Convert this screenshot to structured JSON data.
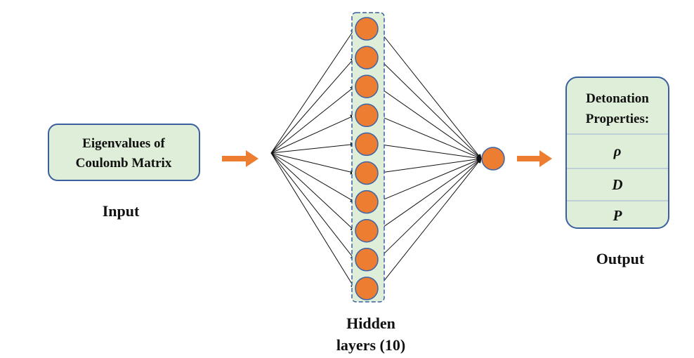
{
  "colors": {
    "box_fill": "#dfeed8",
    "box_stroke": "#3a5f9e",
    "arrow": "#ed7d31",
    "node_fill": "#ed7d31",
    "node_stroke": "#3b64a8",
    "hidden_band_fill": "#dfeed8",
    "hidden_band_stroke": "#3a5f9e",
    "connection": "#111111"
  },
  "input": {
    "box_line1": "Eigenvalues of",
    "box_line2": "Coulomb Matrix",
    "label": "Input"
  },
  "hidden": {
    "node_count": 10,
    "label_line1": "Hidden",
    "label_line2": "layers (10)"
  },
  "output": {
    "title_line1": "Detonation",
    "title_line2": "Properties:",
    "properties": [
      "ρ",
      "D",
      "P"
    ],
    "label": "Output"
  }
}
